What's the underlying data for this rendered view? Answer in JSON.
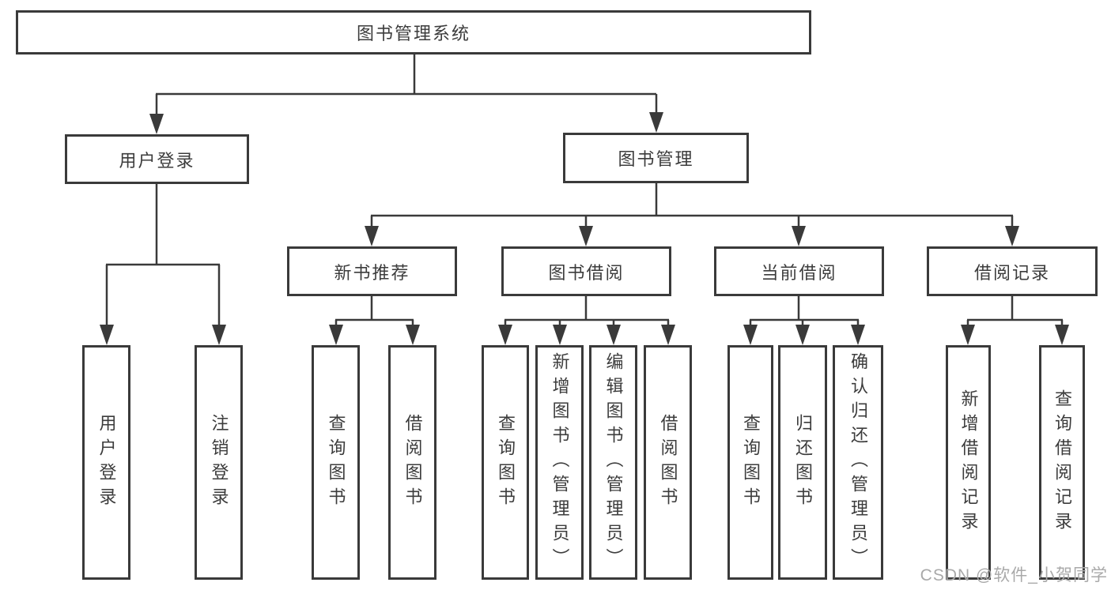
{
  "colors": {
    "background": "#ffffff",
    "line": "#3a3a3a",
    "box_border": "#3a3a3a",
    "text": "#3c3c3c",
    "watermark": "#a9a9a9"
  },
  "watermark": {
    "text": "CSDN @软件_小贺同学"
  },
  "tree": {
    "label": "图书管理系统",
    "children": [
      {
        "label": "用户登录",
        "children": [
          {
            "label": "用户登录"
          },
          {
            "label": "注销登录"
          }
        ]
      },
      {
        "label": "图书管理",
        "children": [
          {
            "label": "新书推荐",
            "children": [
              {
                "label": "查询图书"
              },
              {
                "label": "借阅图书"
              }
            ]
          },
          {
            "label": "图书借阅",
            "children": [
              {
                "label": "查询图书"
              },
              {
                "label": "新增图书（管理员）"
              },
              {
                "label": "编辑图书（管理员）"
              },
              {
                "label": "借阅图书"
              }
            ]
          },
          {
            "label": "当前借阅",
            "children": [
              {
                "label": "查询图书"
              },
              {
                "label": "归还图书"
              },
              {
                "label": "确认归还（管理员）"
              }
            ]
          },
          {
            "label": "借阅记录",
            "children": [
              {
                "label": "新增借阅记录"
              },
              {
                "label": "查询借阅记录"
              }
            ]
          }
        ]
      }
    ]
  }
}
